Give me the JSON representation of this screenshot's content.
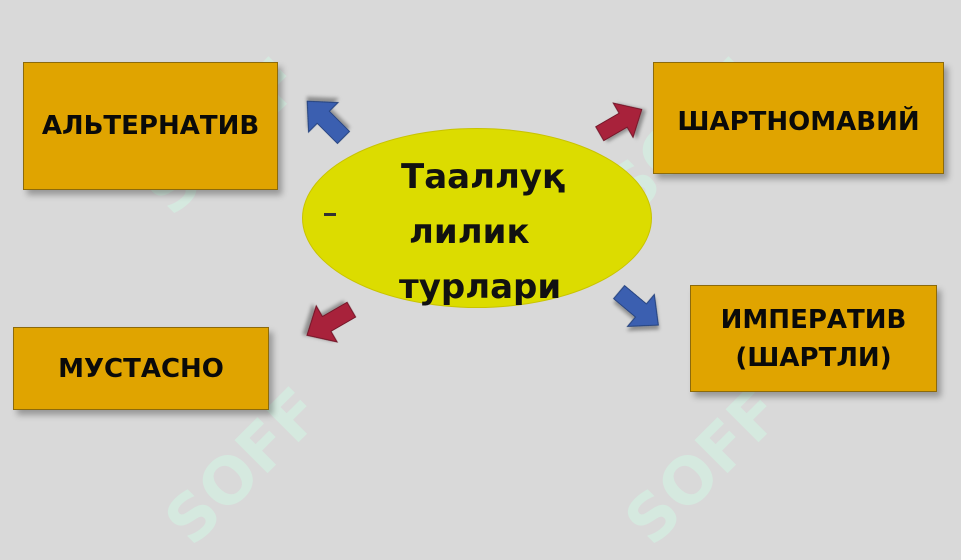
{
  "center": {
    "lines": [
      "Тааллуқ",
      "лилик",
      "турлари"
    ]
  },
  "boxes": {
    "top_left": "АЛЬТЕРНАТИВ",
    "top_right": "ШАРТНОМАВИЙ",
    "bottom_left": "МУСТАСНО",
    "bottom_right_line1": "ИМПЕРАТИВ",
    "bottom_right_line2": "(ШАРТЛИ)"
  },
  "watermark": {
    "text": "SOFF"
  },
  "colors": {
    "background": "#d9d9d9",
    "box_fill": "#e0a400",
    "ellipse_fill": "#dcdc00",
    "arrow_blue": "#3a5fb0",
    "arrow_red": "#a8203a",
    "watermark": "#d2f5e4"
  }
}
